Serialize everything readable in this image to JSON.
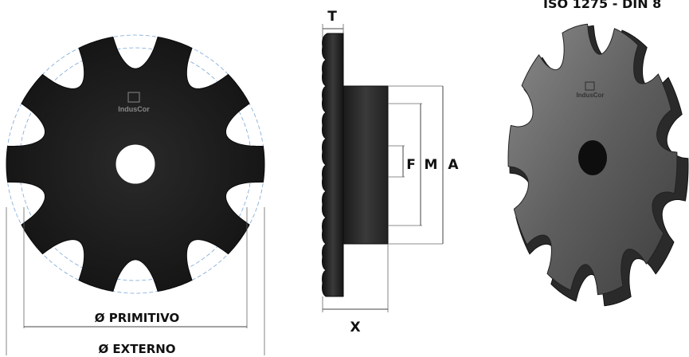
{
  "header": {
    "standard": "ISO 1275 - DIN 8"
  },
  "front_view": {
    "logo_text": "IndusCor",
    "dim_pitch": "Ø PRIMITIVO",
    "dim_outer": "Ø EXTERNO",
    "teeth": 10
  },
  "side_view": {
    "dim_thickness": "T",
    "dim_bore": "F",
    "dim_hub": "M",
    "dim_total": "A",
    "dim_length": "X"
  },
  "iso_view": {
    "logo_text": "IndusCor"
  },
  "colors": {
    "steel_dark": "#1f1f1f",
    "steel_grey": "#555555",
    "guide_blue": "#7aa7d6",
    "dim_line": "#666666"
  }
}
